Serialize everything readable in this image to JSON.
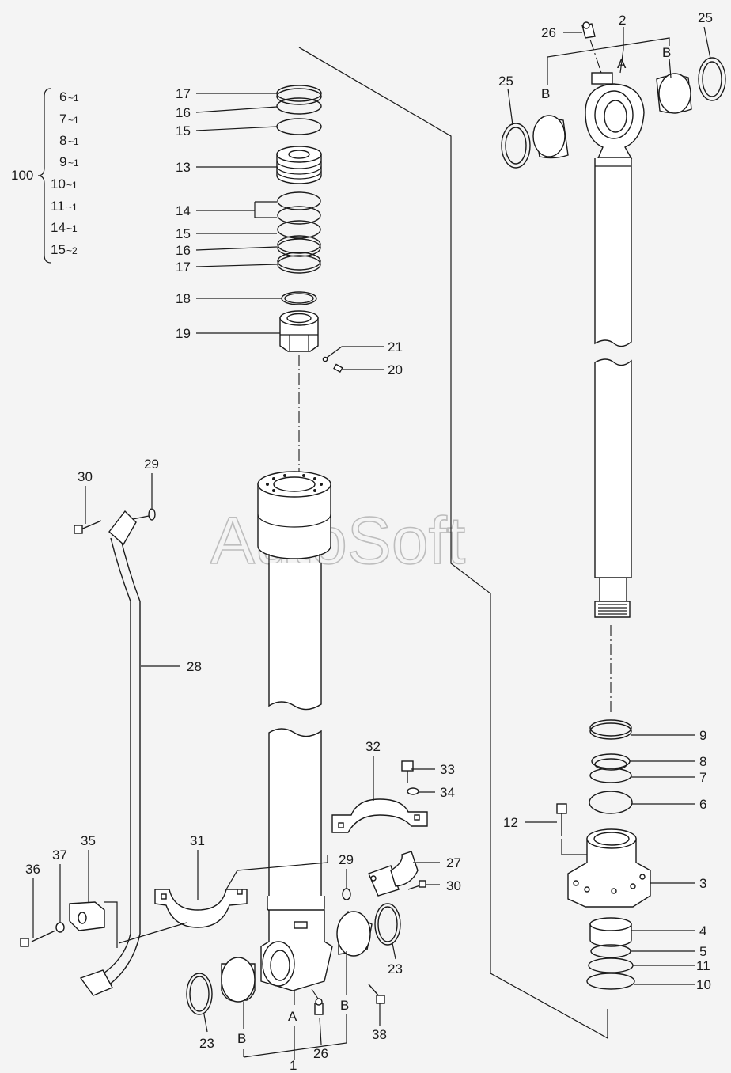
{
  "watermark": "AutoSoft",
  "kit": {
    "label": "100",
    "items": [
      {
        "main": "6",
        "qty": "~1"
      },
      {
        "main": "7",
        "qty": "~1"
      },
      {
        "main": "8",
        "qty": "~1"
      },
      {
        "main": "9",
        "qty": "~1"
      },
      {
        "main": "10",
        "qty": "~1"
      },
      {
        "main": "11",
        "qty": "~1"
      },
      {
        "main": "14",
        "qty": "~1"
      },
      {
        "main": "15",
        "qty": "~2"
      }
    ]
  },
  "callouts": {
    "c17a": "17",
    "c16a": "16",
    "c15a": "15",
    "c13": "13",
    "c14": "14",
    "c15b": "15",
    "c16b": "16",
    "c17b": "17",
    "c18": "18",
    "c19": "19",
    "c21": "21",
    "c20": "20",
    "c26top": "26",
    "c2": "2",
    "cAtop": "A",
    "cBtopL": "B",
    "cBtopR": "B",
    "c25L": "25",
    "c25R": "25",
    "c30top": "30",
    "c29top": "29",
    "c28": "28",
    "c32": "32",
    "c33": "33",
    "c34": "34",
    "c31": "31",
    "c29b": "29",
    "c27": "27",
    "c30b": "30",
    "c35": "35",
    "c36": "36",
    "c37": "37",
    "c23L": "23",
    "c23R": "23",
    "cBL": "B",
    "cA": "A",
    "cBR": "B",
    "c1": "1",
    "c26b": "26",
    "c38": "38",
    "c9": "9",
    "c8": "8",
    "c7": "7",
    "c6": "6",
    "c12": "12",
    "c3": "3",
    "c4": "4",
    "c5": "5",
    "c11": "11",
    "c10": "10"
  }
}
